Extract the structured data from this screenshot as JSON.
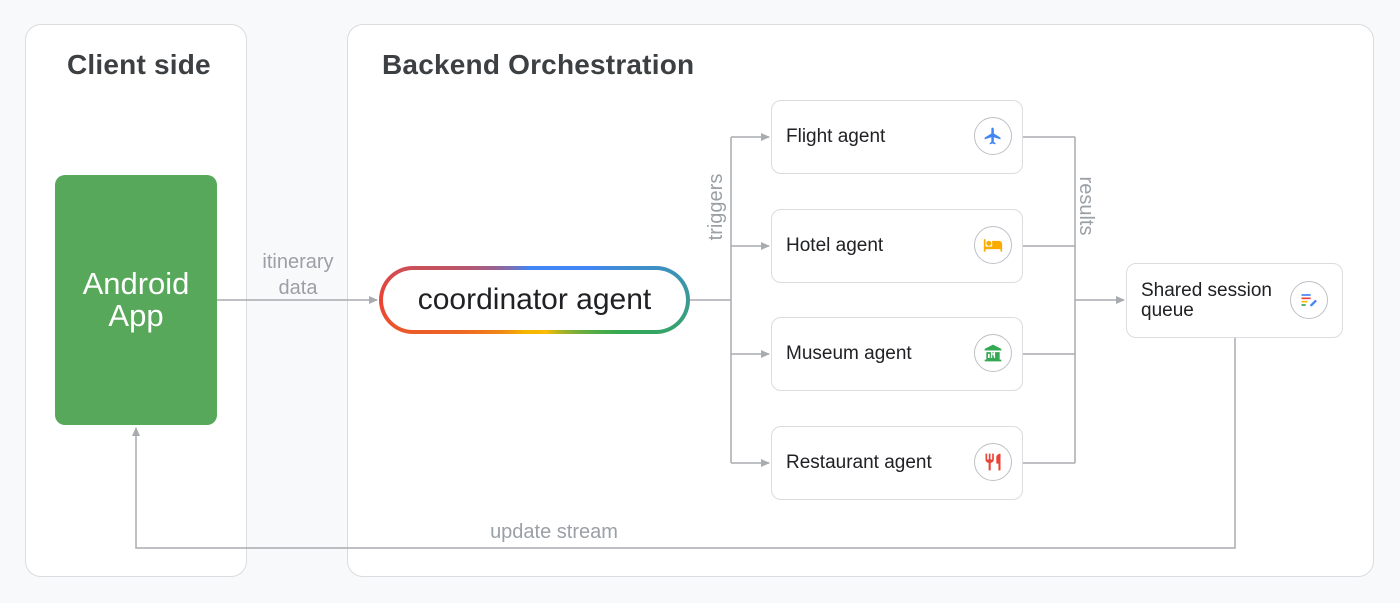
{
  "client_panel": {
    "title": "Client side"
  },
  "backend_panel": {
    "title": "Backend Orchestration"
  },
  "android_app": {
    "label": "Android App"
  },
  "edges": {
    "itinerary_line1": "itinerary",
    "itinerary_line2": "data",
    "triggers": "triggers",
    "results": "results",
    "update_stream": "update stream"
  },
  "coordinator": {
    "label": "coordinator agent"
  },
  "agents": [
    {
      "label": "Flight agent",
      "icon": "airplane-icon",
      "color": "#4285f4"
    },
    {
      "label": "Hotel agent",
      "icon": "bed-icon",
      "color": "#f9ab00"
    },
    {
      "label": "Museum agent",
      "icon": "museum-icon",
      "color": "#34a853"
    },
    {
      "label": "Restaurant agent",
      "icon": "restaurant-icon",
      "color": "#ea4335"
    }
  ],
  "queue": {
    "label": "Shared session queue",
    "icon": "edit-list-icon"
  },
  "colors": {
    "android_green": "#57a85a",
    "line_gray": "#a8abaf",
    "label_gray": "#9aa0a6"
  }
}
